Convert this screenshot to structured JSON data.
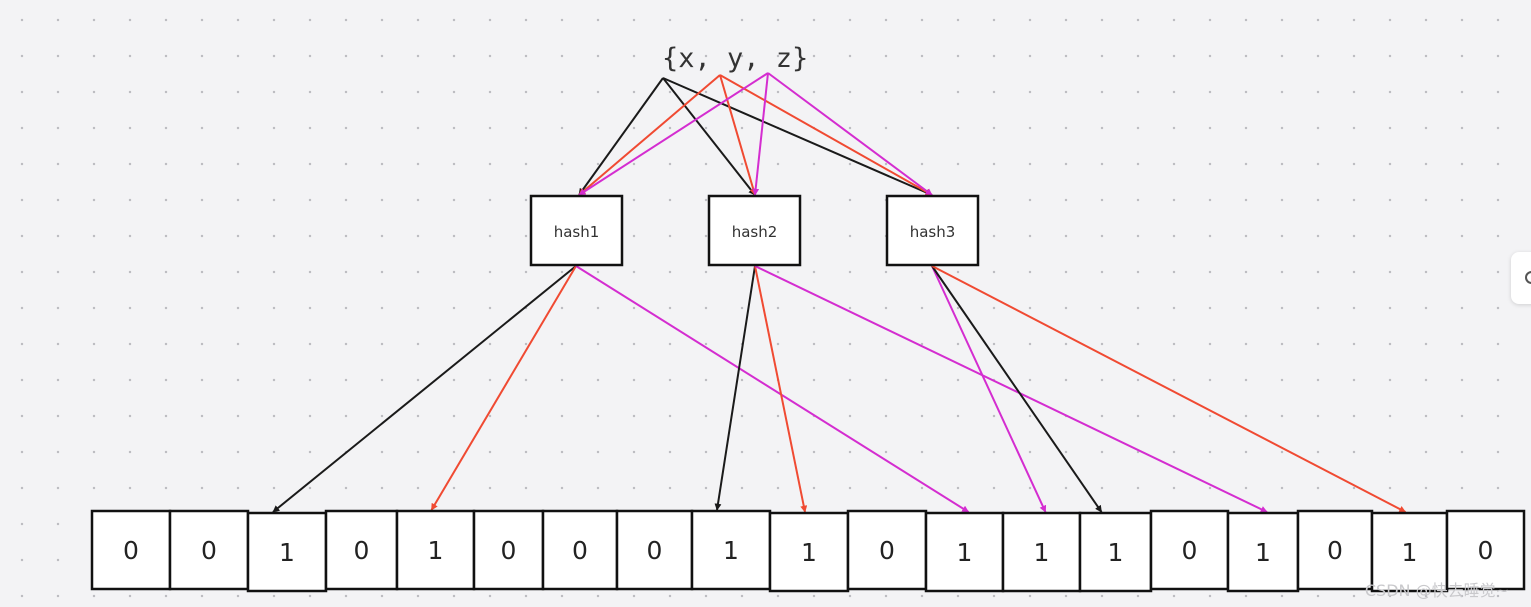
{
  "input": {
    "label": "{x, y, z}"
  },
  "hash_functions": [
    {
      "id": "hash1",
      "label": "hash1"
    },
    {
      "id": "hash2",
      "label": "hash2"
    },
    {
      "id": "hash3",
      "label": "hash3"
    }
  ],
  "bit_array": [
    "0",
    "0",
    "1",
    "0",
    "1",
    "0",
    "0",
    "0",
    "1",
    "1",
    "0",
    "1",
    "1",
    "1",
    "0",
    "1",
    "0",
    "1",
    "0"
  ],
  "colors": {
    "x": "#1a1a1a",
    "y": "#f04a32",
    "z": "#d42dd0"
  },
  "edges_input_to_hash": [
    {
      "element": "x",
      "hash": 0
    },
    {
      "element": "x",
      "hash": 1
    },
    {
      "element": "x",
      "hash": 2
    },
    {
      "element": "y",
      "hash": 0
    },
    {
      "element": "y",
      "hash": 1
    },
    {
      "element": "y",
      "hash": 2
    },
    {
      "element": "z",
      "hash": 0
    },
    {
      "element": "z",
      "hash": 1
    },
    {
      "element": "z",
      "hash": 2
    }
  ],
  "edges_hash_to_bit": [
    {
      "hash": 0,
      "element": "x",
      "bit": 2
    },
    {
      "hash": 0,
      "element": "y",
      "bit": 4
    },
    {
      "hash": 0,
      "element": "z",
      "bit": 11
    },
    {
      "hash": 1,
      "element": "x",
      "bit": 8
    },
    {
      "hash": 1,
      "element": "y",
      "bit": 9
    },
    {
      "hash": 1,
      "element": "z",
      "bit": 15
    },
    {
      "hash": 2,
      "element": "z",
      "bit": 12
    },
    {
      "hash": 2,
      "element": "x",
      "bit": 13
    },
    {
      "hash": 2,
      "element": "y",
      "bit": 17
    }
  ],
  "watermark": "CSDN @快去睡觉~"
}
